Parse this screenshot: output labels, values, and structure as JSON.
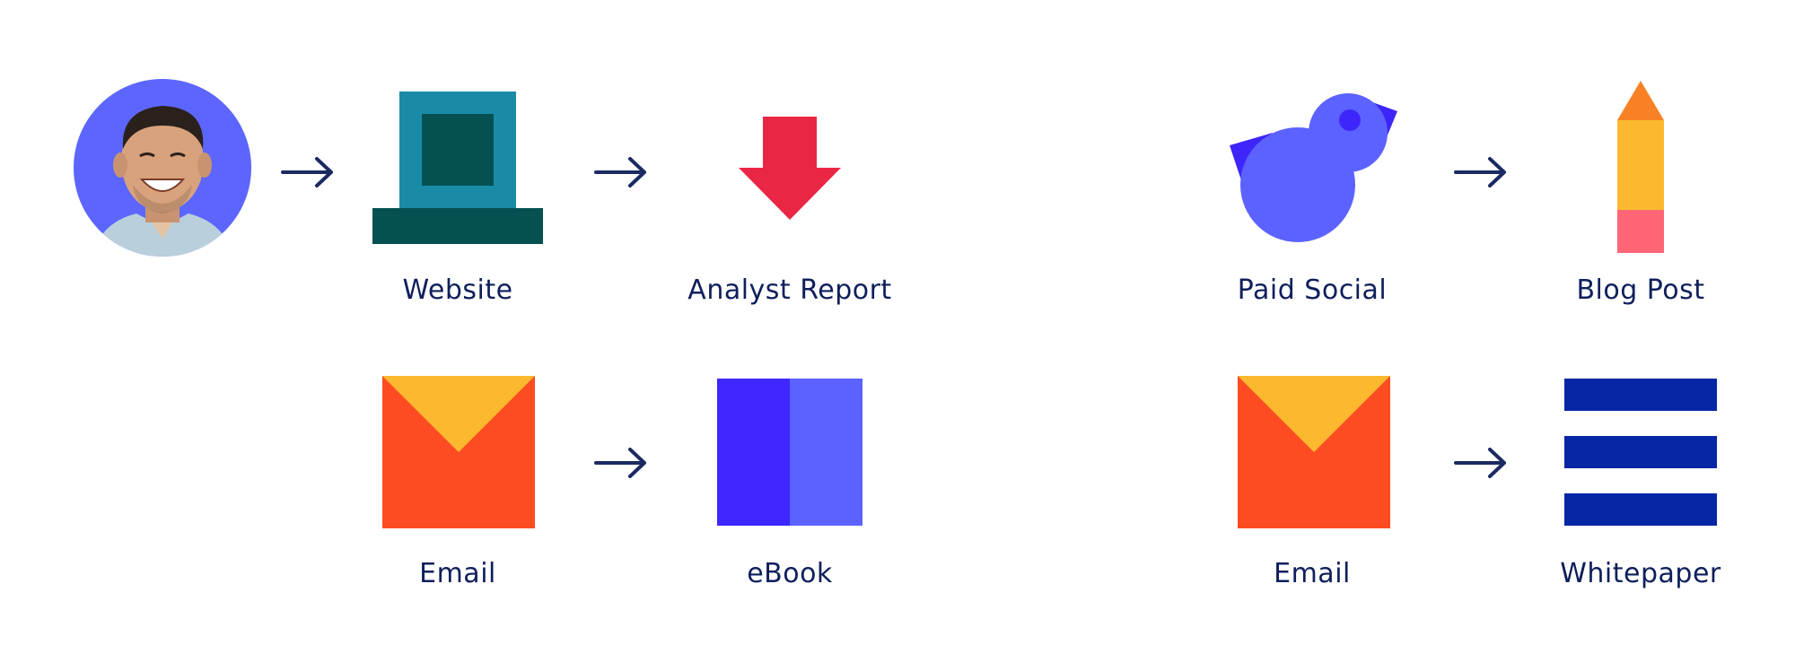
{
  "colors": {
    "text": "#0f1f5c",
    "arrow": "#1b2a62",
    "avatar_bg": "#5c66ff",
    "website_light": "#1a8ba6",
    "website_dark": "#055152",
    "download_red": "#ea2645",
    "bird_body": "#5c62ff",
    "bird_wing": "#3e26fa",
    "pencil_tip": "#f88125",
    "pencil_body": "#fcb930",
    "pencil_eraser": "#ff6675",
    "email_flap": "#fcb930",
    "email_body": "#fd4c21",
    "ebook_left": "#3e26ff",
    "ebook_right": "#5c62ff",
    "whitepaper_bar": "#0726a6"
  },
  "left_journey": {
    "row1": {
      "avatar_icon": "person-avatar",
      "step1": {
        "label": "Website",
        "icon": "website-icon"
      },
      "step2": {
        "label": "Analyst Report",
        "icon": "download-arrow-icon"
      }
    },
    "row2": {
      "step1": {
        "label": "Email",
        "icon": "envelope-icon"
      },
      "step2": {
        "label": "eBook",
        "icon": "ebook-icon"
      }
    }
  },
  "right_journey": {
    "row1": {
      "step1": {
        "label": "Paid Social",
        "icon": "bird-icon"
      },
      "step2": {
        "label": "Blog Post",
        "icon": "pencil-icon"
      }
    },
    "row2": {
      "step1": {
        "label": "Email",
        "icon": "envelope-icon"
      },
      "step2": {
        "label": "Whitepaper",
        "icon": "whitepaper-icon"
      }
    }
  }
}
